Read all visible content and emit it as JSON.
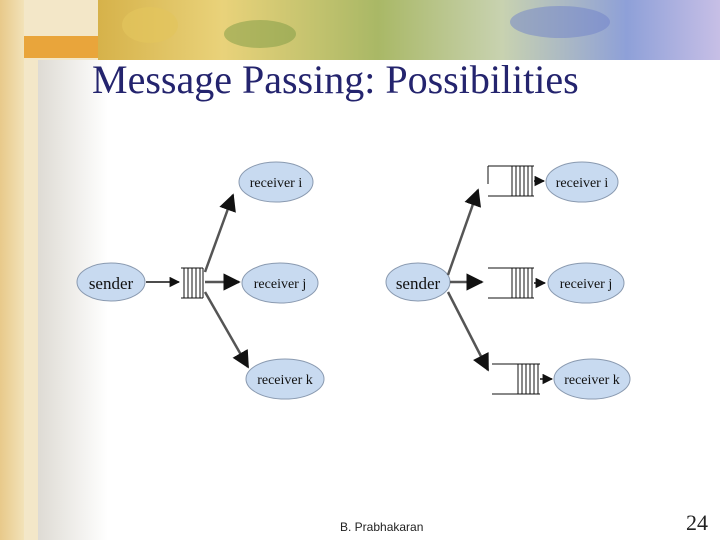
{
  "slide": {
    "title": "Message Passing: Possibilities",
    "footer": "B. Prabhakaran",
    "page_number": "24"
  },
  "diagram_left": {
    "sender": "sender",
    "receivers": [
      "receiver i",
      "receiver j",
      "receiver k"
    ]
  },
  "diagram_right": {
    "sender": "sender",
    "receivers": [
      "receiver i",
      "receiver j",
      "receiver k"
    ]
  },
  "colors": {
    "node_fill": "#c8daf0",
    "node_stroke": "#8a9ab0",
    "title": "#24246e",
    "background": "#f5ecd4",
    "panel": "#ffffff"
  }
}
